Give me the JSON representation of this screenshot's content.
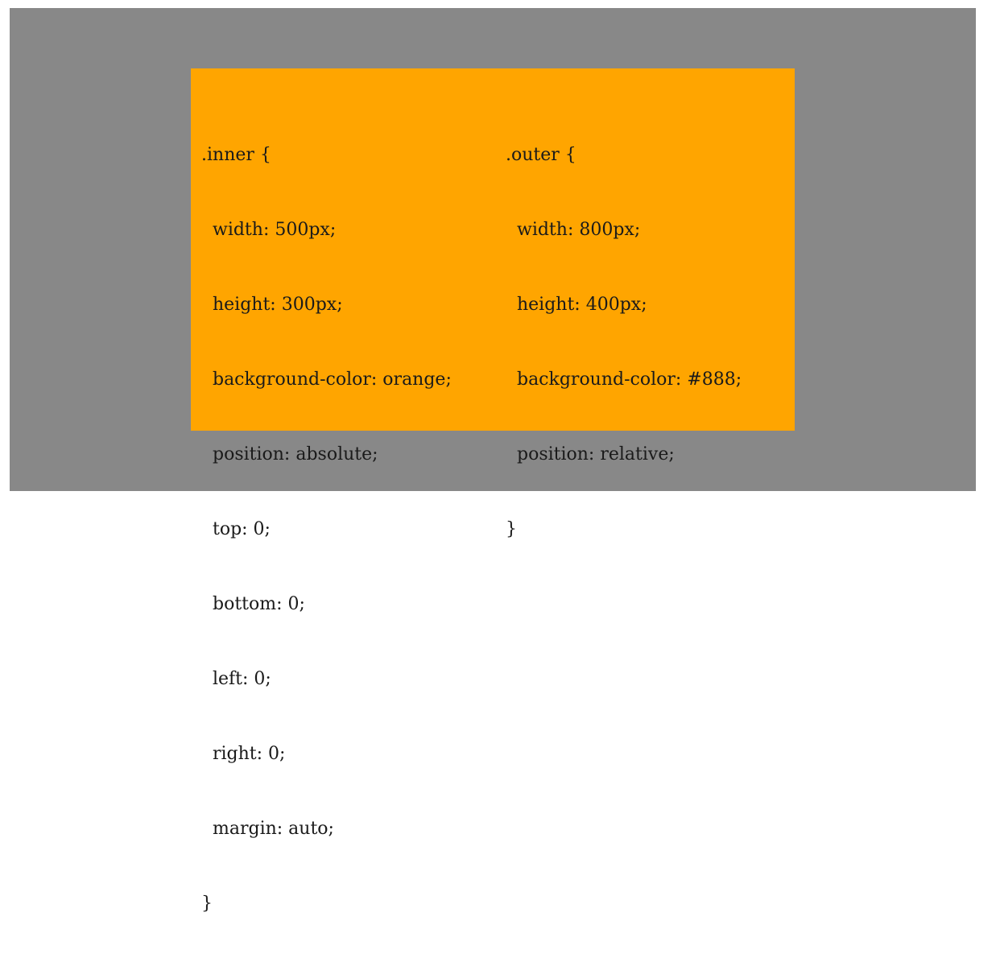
{
  "colors": {
    "outer_background": "#888888",
    "inner_background": "#ffa500",
    "text": "#1a1a1a",
    "page_background": "#ffffff"
  },
  "inner_code": [
    ".inner {",
    "  width: 500px;",
    "  height: 300px;",
    "  background-color: orange;",
    "  position: absolute;",
    "  top: 0;",
    "  bottom: 0;",
    "  left: 0;",
    "  right: 0;",
    "  margin: auto;",
    "}"
  ],
  "outer_code": [
    ".outer {",
    "  width: 800px;",
    "  height: 400px;",
    "  background-color: #888;",
    "  position: relative;",
    "}"
  ]
}
